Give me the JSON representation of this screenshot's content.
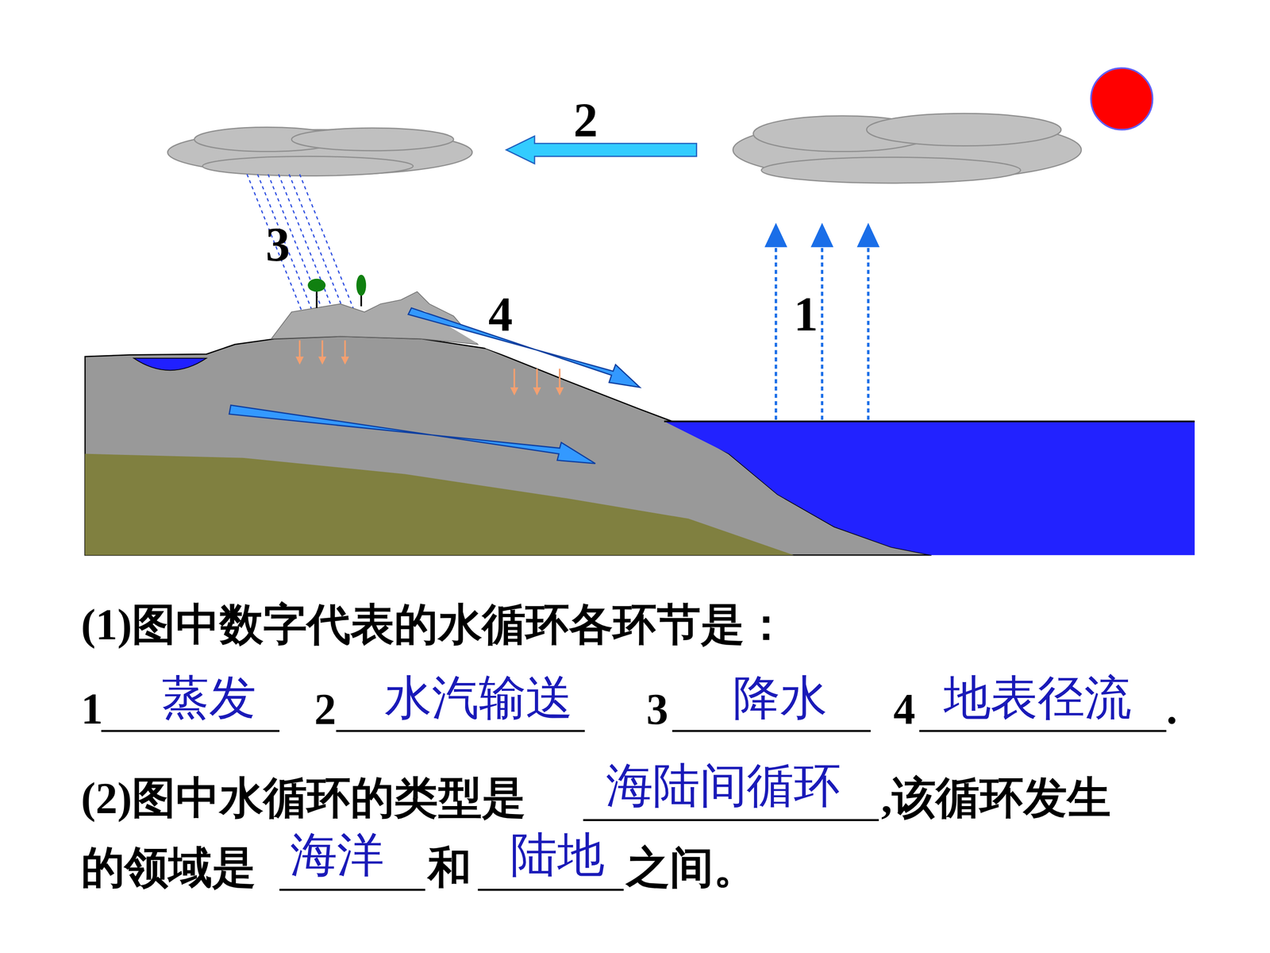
{
  "diagram": {
    "labels": [
      "2",
      "3",
      "4",
      "1",
      "(1)图中数字代表的水循环各环节是：",
      "1",
      "蒸发",
      "2",
      "水汽输送",
      "3",
      "降水",
      "4",
      "地表径流",
      ".",
      "(2)图中水循环的类型是",
      "海陆间循环",
      ",该循环发生",
      "的领域是",
      "海洋",
      "和",
      "陆地",
      "之间。"
    ]
  }
}
